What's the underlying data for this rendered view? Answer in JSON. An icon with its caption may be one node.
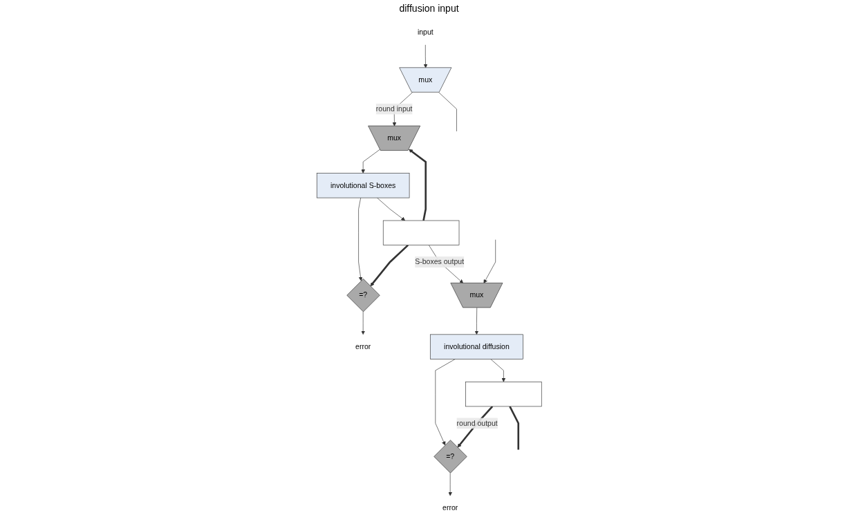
{
  "diagram": {
    "nodes": [
      {
        "text": [
          "input"
        ]
      },
      {
        "text": [
          "mux"
        ]
      },
      {
        "text": [
          "mux"
        ]
      },
      {
        "text": [
          "involutional S-boxes"
        ]
      },
      {
        "text": [],
        "shape": "box"
      },
      {
        "text": [
          "=?"
        ]
      },
      {
        "text": [
          "error"
        ]
      },
      {
        "text": [
          "mux"
        ]
      },
      {
        "text": [
          "involutional diffusion"
        ]
      },
      {
        "text": [],
        "shape": "box"
      },
      {
        "text": [
          "=?"
        ]
      },
      {
        "text": [
          "error"
        ]
      }
    ],
    "edges": [
      {
        "from": 0,
        "to": 1,
        "arrow": "to"
      },
      {
        "from": 1,
        "to": null,
        "arrow": "none"
      },
      {
        "from": 1,
        "to": 2,
        "arrow": "to",
        "label": "round input"
      },
      {
        "from": 2,
        "to": 3,
        "arrow": "to"
      },
      {
        "from": 3,
        "to": 4,
        "arrow": "to"
      },
      {
        "from": 3,
        "to": 5,
        "arrow": "to"
      },
      {
        "from": 4,
        "to": 5,
        "arrow": "to",
        "style": "thick"
      },
      {
        "from": 4,
        "to": 2,
        "arrow": "to",
        "style": "thick"
      },
      {
        "from": 4,
        "to": 7,
        "arrow": "to",
        "label": "S-boxes output"
      },
      {
        "from": 5,
        "to": 6,
        "arrow": "to"
      },
      {
        "from": 7,
        "to": 8,
        "arrow": "to"
      },
      {
        "from": 8,
        "to": 9,
        "arrow": "to"
      },
      {
        "from": 8,
        "to": 10,
        "arrow": "to"
      },
      {
        "from": 9,
        "to": 10,
        "arrow": "to",
        "style": "thick",
        "label": "round output"
      },
      {
        "from": 9,
        "to": null,
        "arrow": "none",
        "style": "thick"
      },
      {
        "from": null,
        "to": 7,
        "arrow": "to"
      },
      {
        "from": 10,
        "to": 11,
        "arrow": "to"
      }
    ],
    "labels": [
      "diffusion input"
    ]
  }
}
